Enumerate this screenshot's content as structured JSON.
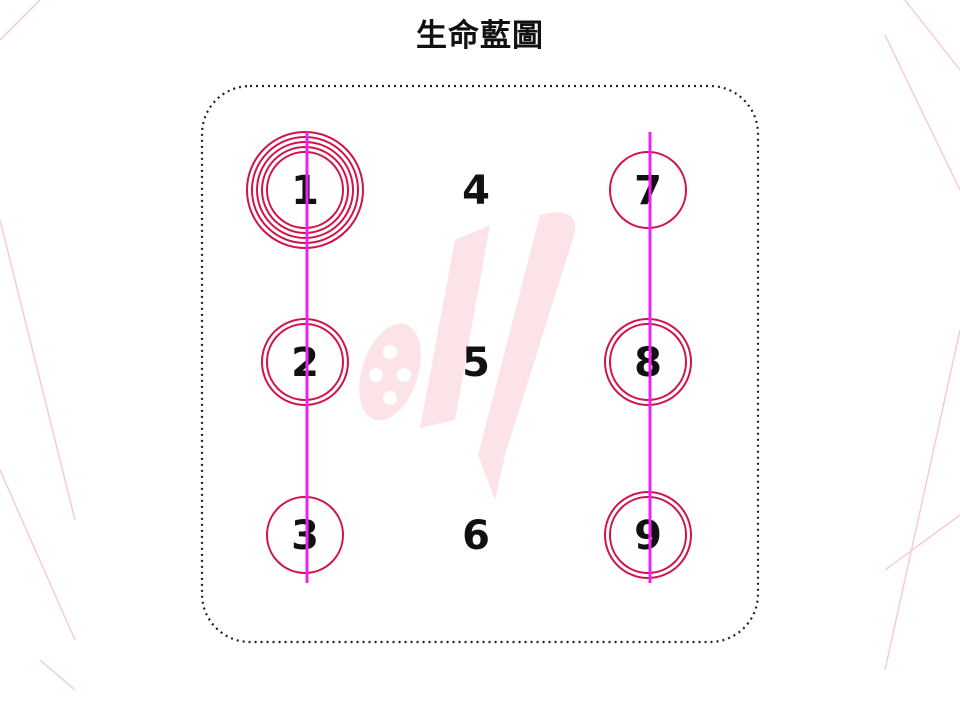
{
  "title": "生命藍圖",
  "colors": {
    "ring": "#d0144a",
    "line": "#ee22ee",
    "text": "#111111",
    "border": "#222222",
    "watermark": "#fbe3e7",
    "decor": "#f6c9d2"
  },
  "cells": [
    {
      "number": "1",
      "rings": 5
    },
    {
      "number": "4",
      "rings": 0
    },
    {
      "number": "7",
      "rings": 1
    },
    {
      "number": "2",
      "rings": 2
    },
    {
      "number": "5",
      "rings": 0
    },
    {
      "number": "8",
      "rings": 2
    },
    {
      "number": "3",
      "rings": 1
    },
    {
      "number": "6",
      "rings": 0
    },
    {
      "number": "9",
      "rings": 2
    }
  ],
  "lines": [
    {
      "from": "1",
      "to": "3"
    },
    {
      "from": "7",
      "to": "9"
    }
  ]
}
